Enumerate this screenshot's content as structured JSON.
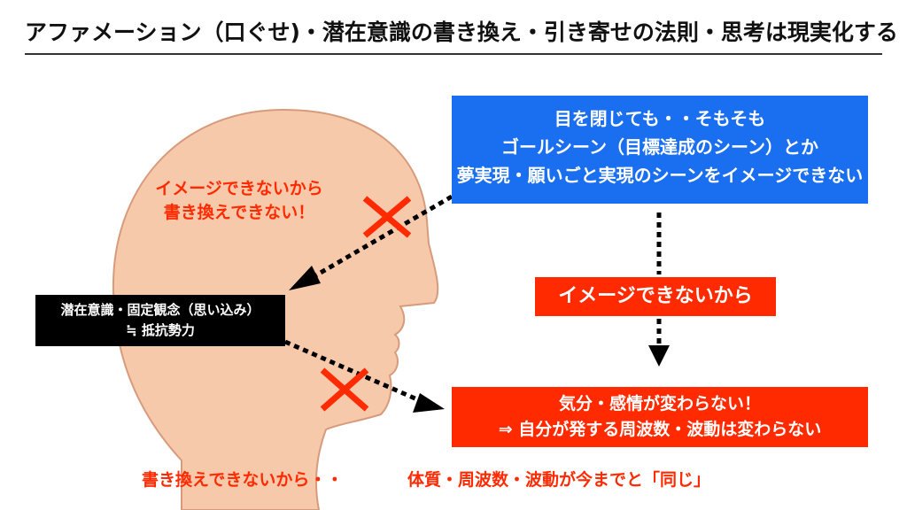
{
  "title": "アファメーション（口ぐせ)・潜在意識の書き換え・引き寄せの法則・思考は現実化する",
  "blue_box": {
    "line1": "目を閉じても・・そもそも",
    "line2": "ゴールシーン（目標達成のシーン）とか",
    "line3": "夢実現・願いごと実現のシーンをイメージできない"
  },
  "head_text": {
    "line1": "イメージできないから",
    "line2": "書き換えできない！"
  },
  "middle_box": "イメージできないから",
  "black_box": {
    "line1": "潜在意識・固定観念（思い込み）",
    "line2": "≒ 抵抗勢力"
  },
  "red_box": {
    "line1": "気分・感情が変わらない！",
    "line2": "⇒ 自分が発する周波数・波動は変わらない"
  },
  "bottom_left": "書き換えできないから・・",
  "bottom_right": "体質・周波数・波動が今までと「同じ」",
  "colors": {
    "blue": "#1a6ef0",
    "red": "#ff2a00",
    "skin": "#f7c9ab",
    "black": "#000000"
  }
}
